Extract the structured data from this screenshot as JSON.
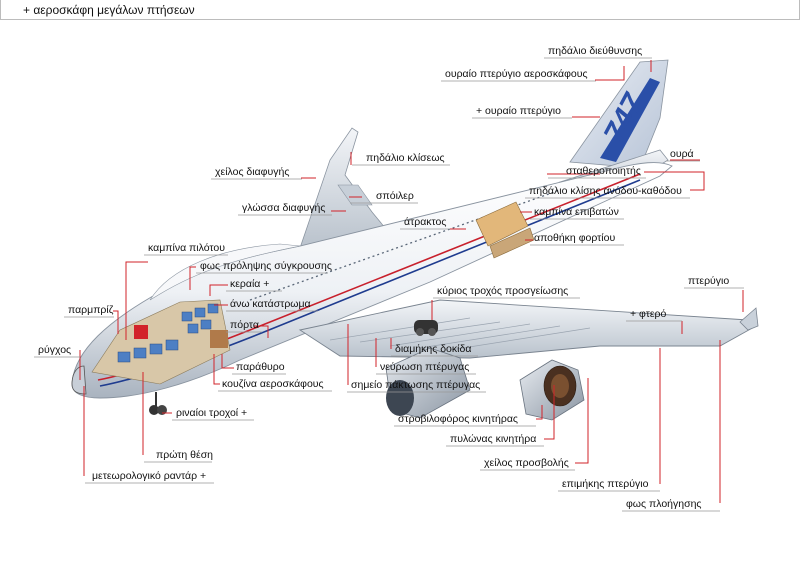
{
  "title": "+ αεροσκάφη μεγάλων πτήσεων",
  "tail_text": "747",
  "colors": {
    "leader": "#d2232a",
    "fuselage_stripe_red": "#c8202c",
    "fuselage_stripe_blue": "#1f3c8f",
    "tail_blue": "#2a4fa8"
  },
  "labels": {
    "rudder": "πηδάλιο διεύθυνσης",
    "vertical_stabilizer": "ουραίο πτερύγιο αεροσκάφους",
    "fin": "+ ουραίο πτερύγιο",
    "tail_cone": "ουρά",
    "horizontal_stabilizer": "σταθεροποιητής",
    "elevator": "πηδάλιο κλίσης ανόδου-καθόδου",
    "aileron": "πηδάλιο κλίσεως",
    "trailing_edge": "χείλος διαφυγής",
    "spoiler": "σπόιλερ",
    "flap": "γλώσσα διαφυγής",
    "fuselage": "άτρακτος",
    "passenger_cabin": "καμπίνα επιβατών",
    "cargo_hold": "αποθήκη φορτίου",
    "flight_deck": "καμπίνα πιλότου",
    "anti_collision_light": "φως πρόληψης σύγκρουσης",
    "antenna": "κεραία +",
    "upper_deck": "άνω κατάστρωμα",
    "door": "πόρτα",
    "windshield": "παρμπρίζ",
    "nose": "ρύγχος",
    "window": "παράθυρο",
    "galley": "κουζίνα αεροσκάφους",
    "nose_landing_gear": "ριναίοι τροχοί +",
    "first_class": "πρώτη θέση",
    "weather_radar": "μετεωρολογικό ραντάρ +",
    "main_landing_gear": "κύριος τροχός προσγείωσης",
    "winglet": "πτερύγιο",
    "wing": "+ φτερό",
    "wing_spar": "διαμήκης δοκίδα",
    "wing_rib": "νεύρωση πτέρυγας",
    "wing_root": "σημείο πάκτωσης πτέρυγας",
    "turbofan_engine": "στροβιλοφόρος κινητήρας",
    "engine_pylon": "πυλώνας κινητήρα",
    "leading_edge": "χείλος προσβολής",
    "leading_edge_flap": "επιμήκης πτερύγιο",
    "navigation_light": "φως πλοήγησης"
  }
}
